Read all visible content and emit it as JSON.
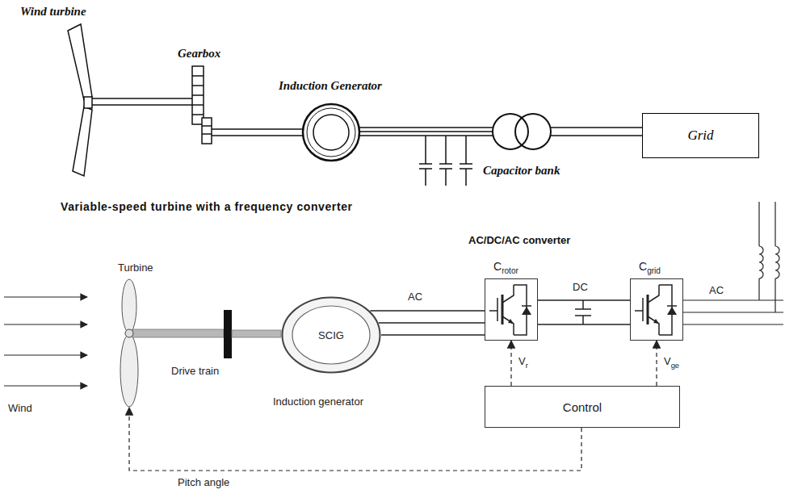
{
  "diagram": {
    "title": "Variable-speed turbine with a frequency converter",
    "nodes": [
      {
        "text": [
          "Grid"
        ]
      },
      {
        "text": [
          "Turbine"
        ]
      },
      {
        "text": [
          "SCIG"
        ]
      },
      {
        "text": [
          "Crotor"
        ]
      },
      {
        "text": [
          "Cgrid"
        ]
      },
      {
        "text": [
          "Control"
        ]
      }
    ],
    "edges": [
      {
        "from": 2,
        "to": 3,
        "label": "AC",
        "arrow": "none"
      },
      {
        "from": 3,
        "to": 4,
        "label": "DC",
        "arrow": "none"
      },
      {
        "from": 5,
        "to": 3,
        "label": "Vr",
        "arrow": "to"
      },
      {
        "from": 5,
        "to": 4,
        "label": "Vge",
        "arrow": "to"
      },
      {
        "from": 5,
        "to": 1,
        "label": "Pitch angle",
        "arrow": "to"
      }
    ],
    "labels": [
      "Wind turbine",
      "Gearbox",
      "Induction Generator",
      "Capacitor bank",
      "Wind",
      "Drive train",
      "Induction generator",
      "AC/DC/AC converter",
      "AC"
    ]
  }
}
